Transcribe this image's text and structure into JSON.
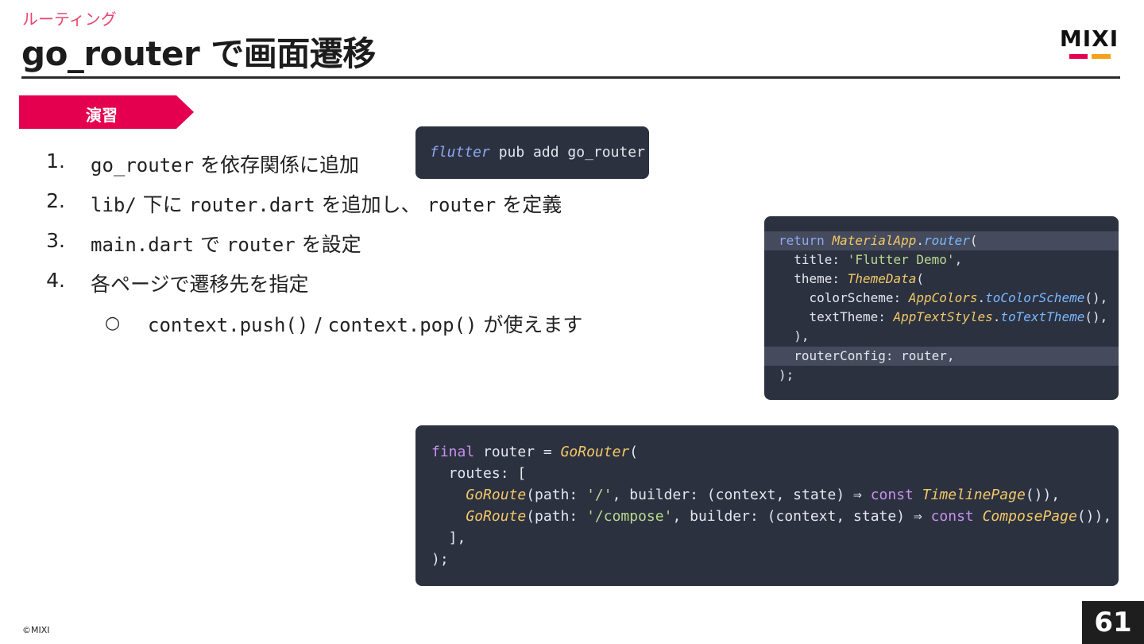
{
  "header": {
    "category": "ルーティング",
    "title": "go_router で画面遷移",
    "logo_text": "MIXI"
  },
  "badge": {
    "label": "演習"
  },
  "steps": [
    {
      "num": "1.",
      "parts": [
        "go_router",
        " を依存関係に追加"
      ]
    },
    {
      "num": "2.",
      "parts": [
        "lib/",
        " 下に ",
        "router.dart",
        " を追加し、 ",
        "router",
        " を定義"
      ]
    },
    {
      "num": "3.",
      "parts": [
        "main.dart",
        " で ",
        "router",
        " を設定"
      ]
    },
    {
      "num": "4.",
      "parts": [
        "各ページで遷移先を指定"
      ]
    }
  ],
  "sub_bullet": {
    "marker": "○",
    "parts": [
      "context.push()",
      " / ",
      "context.pop()",
      " が使えます"
    ]
  },
  "code_install": {
    "cmd": "flutter",
    "rest": " pub add go_router"
  },
  "code_main": {
    "l1": [
      "return",
      " ",
      "MaterialApp",
      ".",
      "router",
      "("
    ],
    "l2": [
      "  title: ",
      "'Flutter Demo'",
      ","
    ],
    "l3": [
      "  theme: ",
      "ThemeData",
      "("
    ],
    "l4": [
      "    colorScheme: ",
      "AppColors",
      ".",
      "toColorScheme",
      "(),"
    ],
    "l5": [
      "    textTheme: ",
      "AppTextStyles",
      ".",
      "toTextTheme",
      "(),"
    ],
    "l6": [
      "  ),"
    ],
    "l7": [
      "  routerConfig: router,"
    ],
    "l8": [
      ");"
    ]
  },
  "code_router": {
    "l1": [
      "final",
      " router = ",
      "GoRouter",
      "("
    ],
    "l2": [
      "  routes: ["
    ],
    "l3": [
      "    ",
      "GoRoute",
      "(path: ",
      "'/'",
      ", builder: (context, state) ⇒ ",
      "const",
      " ",
      "TimelinePage",
      "()),"
    ],
    "l4": [
      "    ",
      "GoRoute",
      "(path: ",
      "'/compose'",
      ", builder: (context, state) ⇒ ",
      "const",
      " ",
      "ComposePage",
      "()),"
    ],
    "l5": [
      "  ],"
    ],
    "l6": [
      ");"
    ]
  },
  "footer": {
    "copyright": "©MIXI",
    "page_number": "61"
  },
  "colors": {
    "accent_pink": "#e5004f",
    "accent_orange": "#f4a21d",
    "code_bg": "#2c3140"
  }
}
